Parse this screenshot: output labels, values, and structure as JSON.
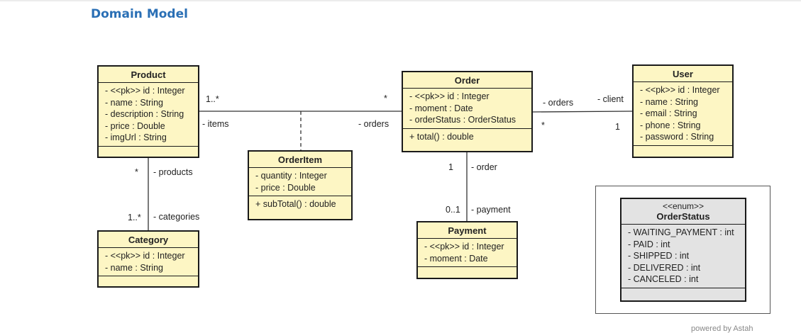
{
  "title": "Domain Model",
  "classes": {
    "product": {
      "name": "Product",
      "attributes": [
        "- <<pk>> id : Integer",
        "- name : String",
        "- description : String",
        "- price : Double",
        "- imgUrl : String"
      ]
    },
    "order": {
      "name": "Order",
      "attributes": [
        "- <<pk>> id : Integer",
        "- moment : Date",
        "- orderStatus : OrderStatus"
      ],
      "operations": [
        "+ total() : double"
      ]
    },
    "user": {
      "name": "User",
      "attributes": [
        "- <<pk>> id : Integer",
        "- name : String",
        "- email : String",
        "- phone : String",
        "- password : String"
      ]
    },
    "orderitem": {
      "name": "OrderItem",
      "attributes": [
        "- quantity : Integer",
        "- price : Double"
      ],
      "operations": [
        "+ subTotal() : double"
      ]
    },
    "category": {
      "name": "Category",
      "attributes": [
        "- <<pk>> id : Integer",
        "- name : String"
      ]
    },
    "payment": {
      "name": "Payment",
      "attributes": [
        "- <<pk>> id : Integer",
        "- moment : Date"
      ]
    },
    "orderstatus": {
      "stereotype": "<<enum>>",
      "name": "OrderStatus",
      "literals": [
        "- WAITING_PAYMENT : int",
        "- PAID : int",
        "- SHIPPED : int",
        "- DELIVERED : int",
        "- CANCELED : int"
      ]
    }
  },
  "labels": {
    "product_items_mult": "1..*",
    "product_items_role": "- items",
    "order_products_mult": "*",
    "order_orders_role": "- orders",
    "order_user_role": "- orders",
    "order_user_mult": "*",
    "user_client_role": "- client",
    "user_client_mult": "1",
    "product_cat_mult": "*",
    "product_cat_role": "- products",
    "category_mult": "1..*",
    "category_role": "- categories",
    "order_payment_mult": "1",
    "order_payment_role": "- order",
    "payment_mult": "0..1",
    "payment_role": "- payment"
  },
  "footer": "powered by Astah"
}
